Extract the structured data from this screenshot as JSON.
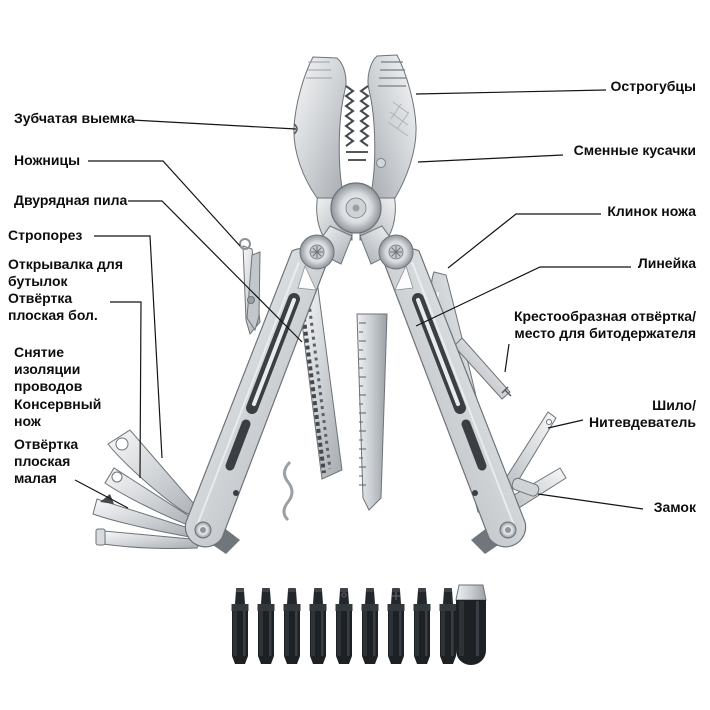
{
  "diagram": {
    "colors": {
      "label_text": "#0d0d0d",
      "leader_line": "#141414",
      "steel_light": "#f7f8f9",
      "steel_dark": "#9aa0a6",
      "bit_black": "#1d2124"
    },
    "labels_left": [
      {
        "text": "Зубчатая выемка"
      },
      {
        "text": "Ножницы"
      },
      {
        "text": "Двурядная пила"
      },
      {
        "text": "Стропорез"
      },
      {
        "text": "Открывалка для\nбутылок"
      },
      {
        "text": "Отвёртка\nплоская бол."
      },
      {
        "text": "Снятие\nизоляции\nпроводов"
      },
      {
        "text": "Консервный\nнож"
      },
      {
        "text": "Отвёртка\nплоская\nмалая"
      }
    ],
    "labels_right": [
      {
        "text": "Острогубцы"
      },
      {
        "text": "Сменные кусачки"
      },
      {
        "text": "Клинок ножа"
      },
      {
        "text": "Линейка"
      },
      {
        "text": "Крестообразная отвёртка/\nместо для битодержателя"
      },
      {
        "text": "Шило/\nНитевдеватель"
      },
      {
        "text": "Замок"
      }
    ],
    "bit_set": {
      "small_bits": 9,
      "bit_holders": 1
    }
  }
}
